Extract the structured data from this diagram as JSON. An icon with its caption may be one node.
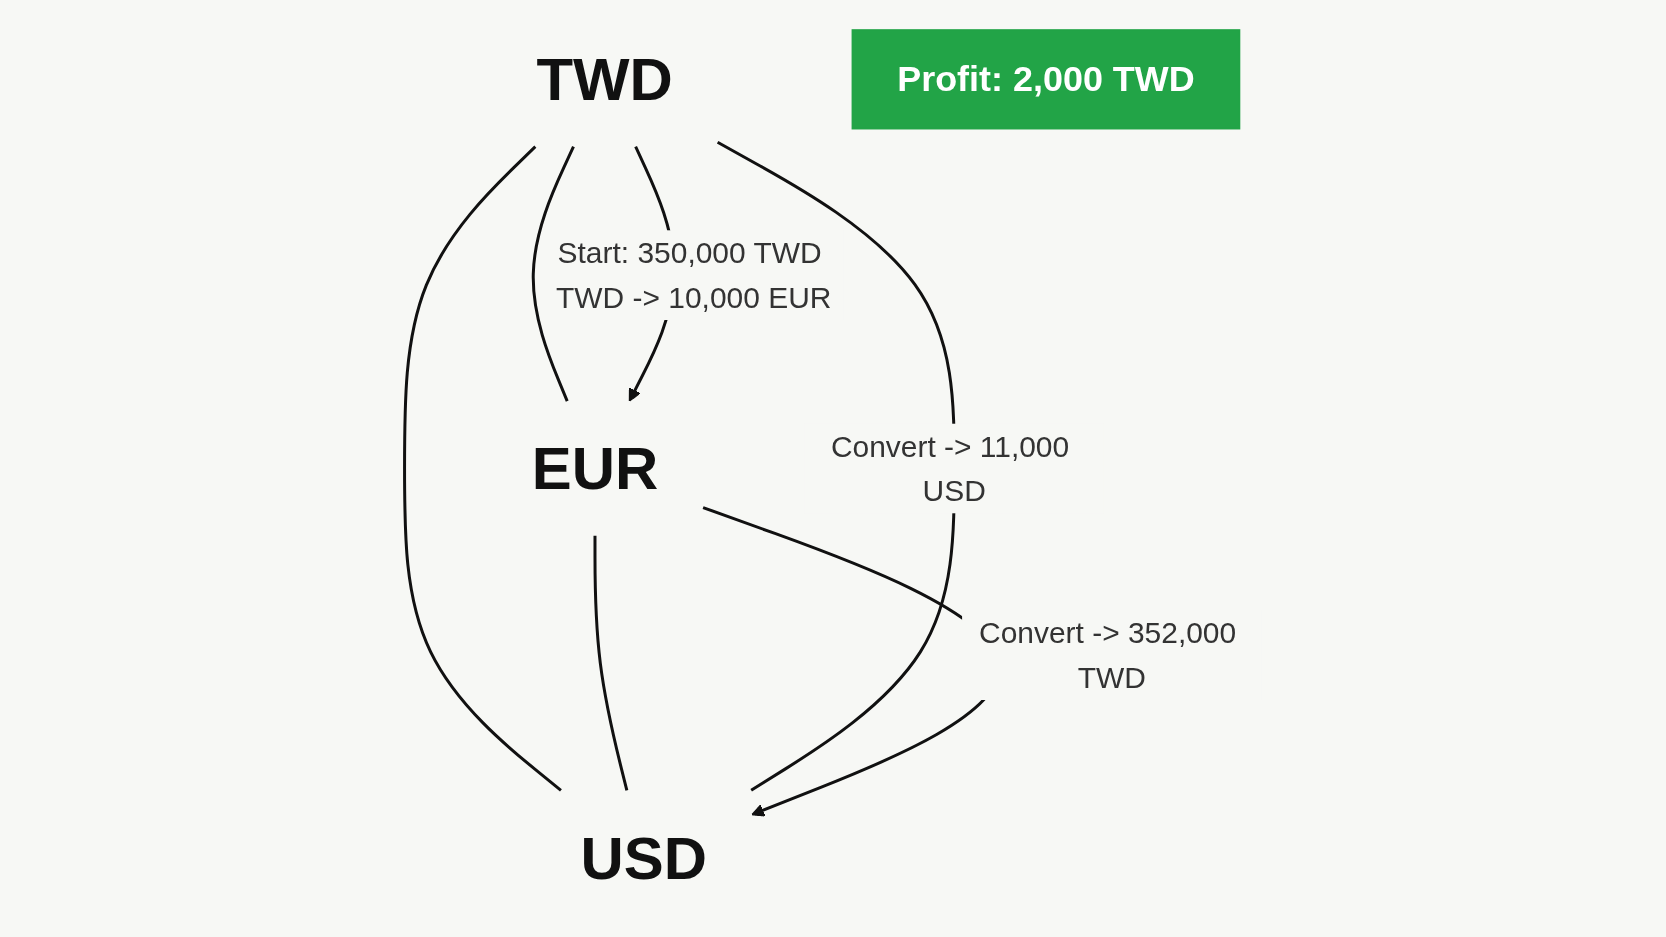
{
  "diagram": {
    "nodes": [
      {
        "text": [
          "TWD"
        ]
      },
      {
        "text": [
          "Profit: 2,000 TWD"
        ]
      },
      {
        "text": [
          "EUR"
        ]
      },
      {
        "text": [
          "USD"
        ]
      }
    ],
    "edges": [
      {
        "from": 0,
        "to": 2,
        "arrow": "none"
      },
      {
        "from": 0,
        "to": 3,
        "arrow": "none"
      },
      {
        "from": 2,
        "to": 3,
        "arrow": "none"
      },
      {
        "from": 0,
        "to": 2,
        "arrow": "to",
        "label": "Start: 350,000 TWD TWD -> 10,000 EUR"
      },
      {
        "from": 0,
        "to": 3,
        "arrow": "none",
        "label": "Convert -> 11,000 USD"
      },
      {
        "from": 2,
        "to": 3,
        "arrow": "to",
        "label": "Convert -> 352,000 TWD"
      }
    ]
  }
}
